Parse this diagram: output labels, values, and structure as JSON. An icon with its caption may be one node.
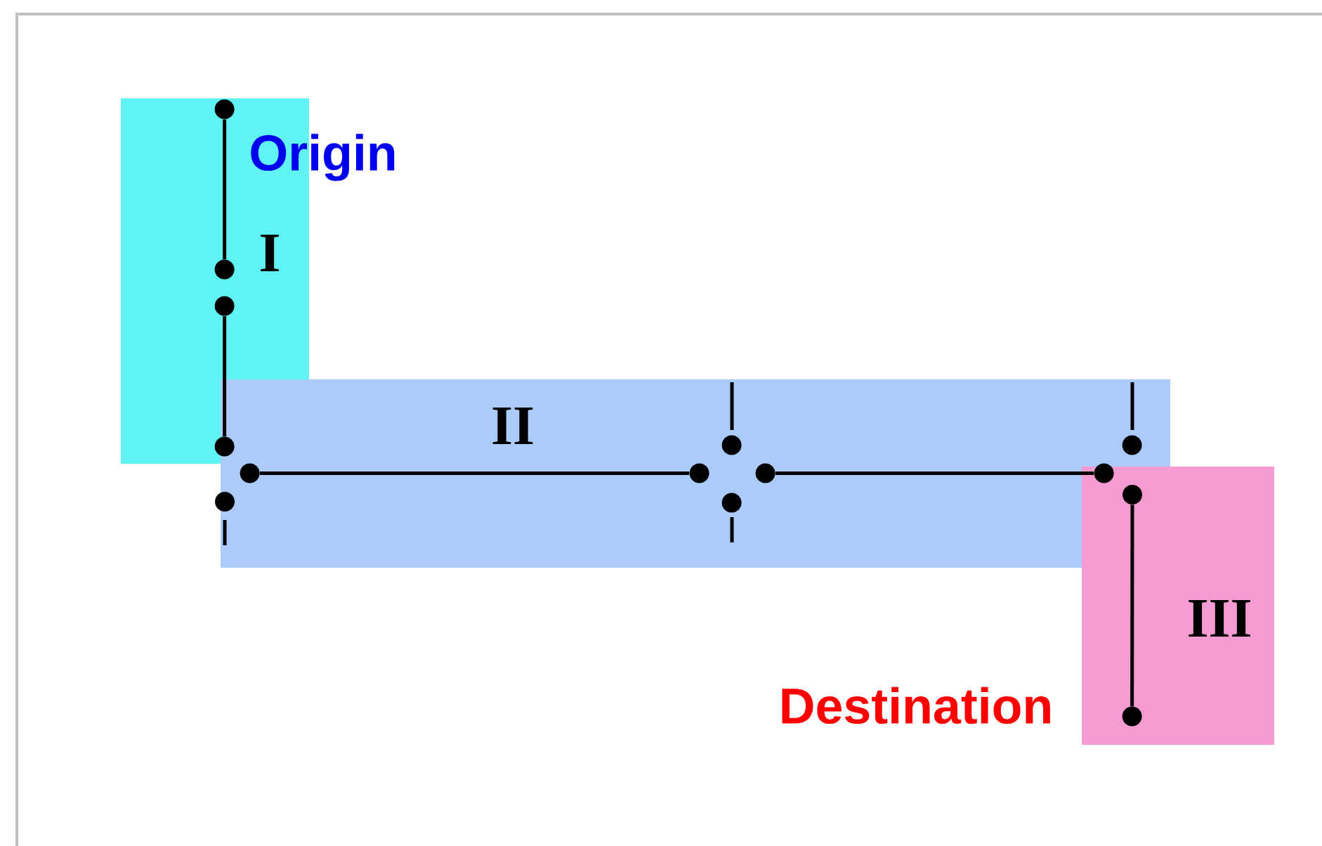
{
  "diagram": {
    "nodes": [
      {
        "text": [
          "I"
        ]
      },
      {
        "text": [
          "II"
        ]
      },
      {
        "text": [
          "III"
        ]
      },
      {
        "text": [],
        "shape": "circle",
        "in": 0
      },
      {
        "text": [],
        "shape": "circle",
        "in": 0
      },
      {
        "text": [],
        "shape": "circle",
        "in": 0
      },
      {
        "text": [],
        "shape": "circle",
        "in": 0
      },
      {
        "text": [],
        "shape": "circle",
        "in": 1
      },
      {
        "text": [],
        "shape": "circle"
      },
      {
        "text": [],
        "shape": "circle",
        "in": 1
      },
      {
        "text": [],
        "shape": "circle",
        "in": 1
      },
      {
        "text": [],
        "shape": "circle",
        "in": 1
      },
      {
        "text": [],
        "shape": "circle",
        "in": 1
      },
      {
        "text": [],
        "shape": "circle",
        "in": 1
      },
      {
        "text": [],
        "shape": "circle",
        "in": 1
      },
      {
        "text": [],
        "shape": "circle"
      },
      {
        "text": [],
        "shape": "circle",
        "in": 2
      }
    ],
    "edges": [
      {
        "from": 3,
        "to": 4,
        "arrow": "none"
      },
      {
        "from": 5,
        "to": 6,
        "arrow": "none"
      },
      {
        "from": 7,
        "to": 9,
        "arrow": "none"
      },
      {
        "from": 12,
        "to": 14,
        "arrow": "none"
      },
      {
        "from": 15,
        "to": 16,
        "arrow": "none"
      }
    ],
    "labels": [
      "Origin",
      "Destination"
    ]
  }
}
